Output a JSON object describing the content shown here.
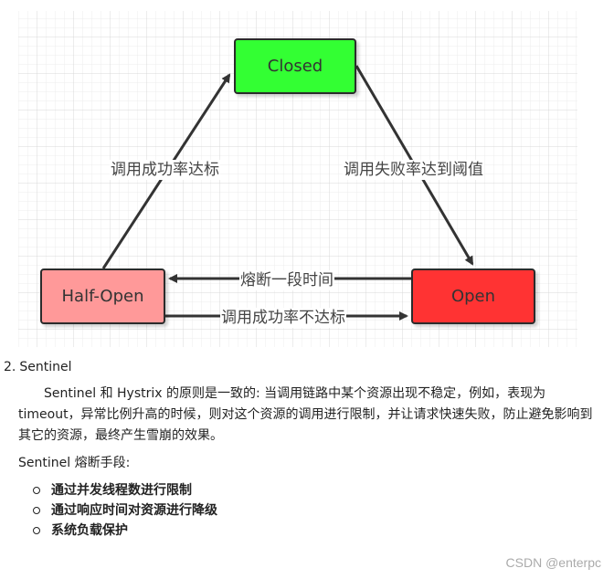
{
  "diagram": {
    "states": {
      "closed": "Closed",
      "half_open": "Half-Open",
      "open": "Open"
    },
    "transitions": {
      "halfopen_to_closed": "调用成功率达标",
      "closed_to_open": "调用失败率达到阈值",
      "open_to_halfopen": "熔断一段时间",
      "halfopen_to_open": "调用成功率不达标"
    },
    "colors": {
      "closed": "#33ff33",
      "half_open": "#ff9999",
      "open": "#ff3333"
    }
  },
  "section": {
    "number": "2.",
    "title": "Sentinel",
    "paragraph": "Sentinel 和 Hystrix 的原则是一致的: 当调用链路中某个资源出现不稳定，例如，表现为 timeout，异常比例升高的时候，则对这个资源的调用进行限制，并让请求快速失败，防止避免影响到其它的资源，最终产生雪崩的效果。",
    "subtitle": "Sentinel 熔断手段:",
    "bullets": [
      "通过并发线程数进行限制",
      "通过响应时间对资源进行降级",
      "系统负载保护"
    ]
  },
  "watermark": "CSDN @enterpc"
}
